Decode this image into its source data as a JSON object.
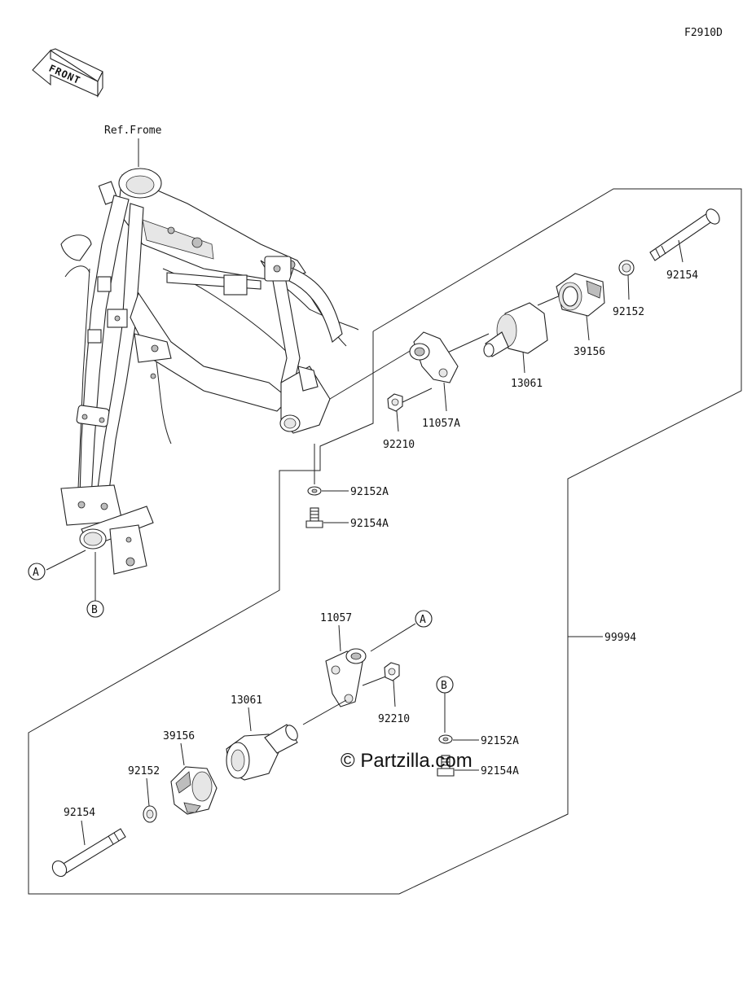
{
  "diagram_code": "F2910D",
  "front_label": "FRONT",
  "ref_label": "Ref.Frome",
  "watermark": "© Partzilla.com",
  "callouts": {
    "a": "A",
    "b": "B"
  },
  "upper_parts": {
    "bolt": "92154",
    "collar_small": "92152",
    "cap": "39156",
    "slider": "13061",
    "bracket": "11057A",
    "nut": "92210",
    "washer": "92152A",
    "screw": "92154A"
  },
  "lower_parts": {
    "bracket": "11057",
    "nut": "92210",
    "slider": "13061",
    "cap": "39156",
    "collar_small": "92152",
    "bolt": "92154",
    "washer": "92152A",
    "screw": "92154A"
  },
  "kit_label": "99994"
}
